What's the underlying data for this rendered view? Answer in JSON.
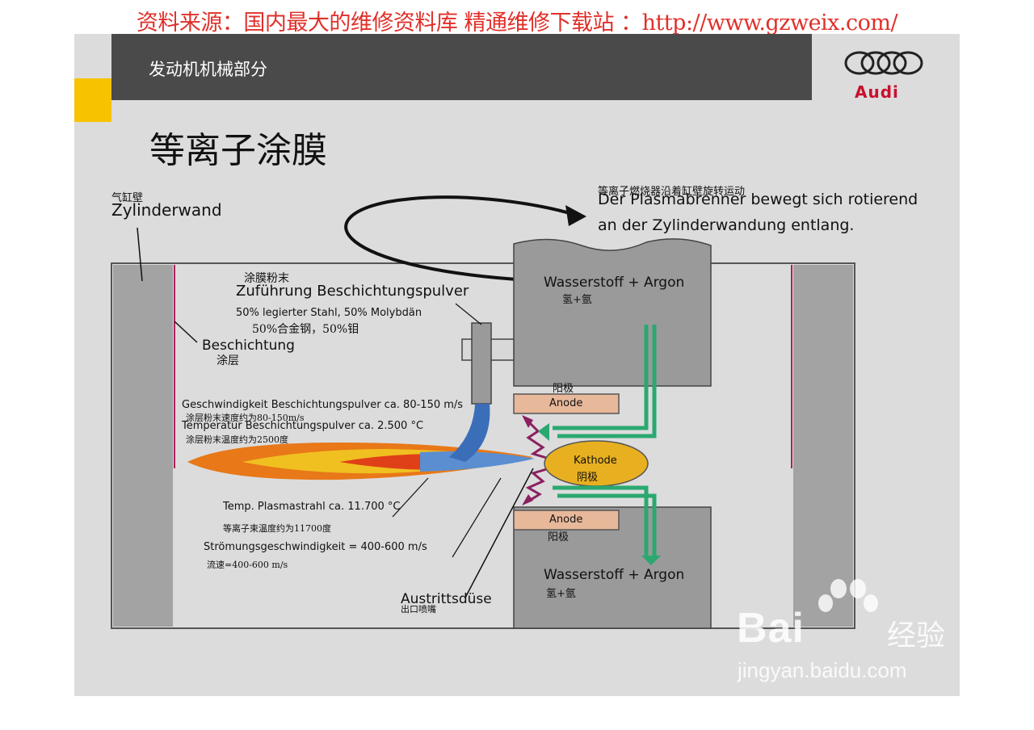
{
  "source_banner": "资料来源：国内最大的维修资料库 精通维修下载站 ：http://www.gzweix.com/",
  "header": {
    "section_title": "发动机机械部分",
    "brand": "Audi"
  },
  "slide_title": "等离子涂膜",
  "labels": {
    "cylinder_wall_zh": "气缸壁",
    "cylinder_wall_de": "Zylinderwand",
    "rotation_zh": "等离子燃烧器沿着缸壁旋转运动",
    "rotation_de_1": "Der Plasmabrenner bewegt sich rotierend",
    "rotation_de_2": "an der Zylinderwandung entlang.",
    "powder_feed_zh": "涂膜粉末",
    "powder_feed_de": "Zuführung Beschichtungspulver",
    "powder_mix_de": "50% legierter Stahl, 50% Molybdän",
    "powder_mix_zh": "50%合金钢，50%钼",
    "coating_de": "Beschichtung",
    "coating_zh": "涂层",
    "speed_de": "Geschwindigkeit Beschichtungspulver ca. 80-150 m/s",
    "speed_zh": "涂层粉末速度约为80-150m/s",
    "temp_de": "Temperatur Beschichtungspulver ca. 2.500 °C",
    "temp_zh": "涂层粉末温度约为2500度",
    "plasma_temp_de": "Temp. Plasmastrahl ca. 11.700 °C",
    "plasma_temp_zh": "等离子束温度约为11700度",
    "flow_de": "Strömungsgeschwindigkeit = 400-600 m/s",
    "flow_zh": "流速=400-600 m/s",
    "nozzle_de": "Austrittsdüse",
    "nozzle_zh": "出口喷嘴",
    "gas_top_de": "Wasserstoff + Argon",
    "gas_top_zh": "氢+氩",
    "gas_bottom_de": "Wasserstoff + Argon",
    "gas_bottom_zh": "氢+氩",
    "anode_top_zh": "阳极",
    "anode_top": "Anode",
    "anode_bottom": "Anode",
    "anode_bottom_zh": "阳极",
    "cathode": "Kathode",
    "cathode_zh": "阴极"
  },
  "watermark": {
    "brand": "Bai",
    "product": "经验",
    "url": "jingyan.baidu.com"
  },
  "colors": {
    "banner_red": "#e0302a",
    "audi_red": "#c8102e",
    "tab_yellow": "#f7c300",
    "header_grey": "#4a4a4a",
    "wall_grey": "#a3a3a3",
    "torch_grey": "#9a9a9a",
    "anode_tan": "#e8b89a",
    "cathode_gold": "#e8b020",
    "flame_orange": "#e87818",
    "flame_yellow": "#f0c020",
    "jet_blue": "#5a8ed0",
    "gas_green": "#2aa870",
    "arc_purple": "#8a2060",
    "coating_red": "#b0205a"
  }
}
